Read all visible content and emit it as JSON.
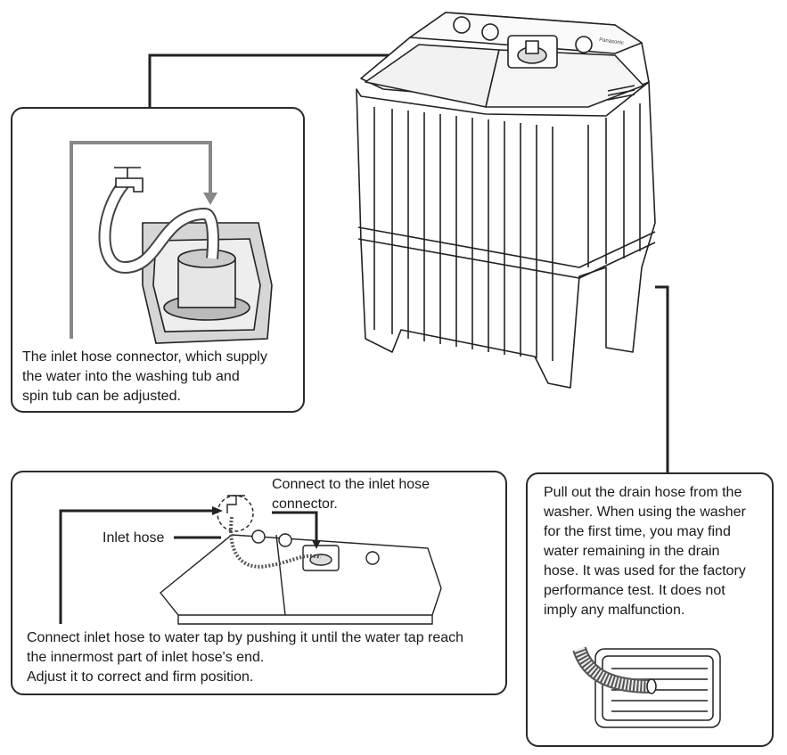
{
  "callouts": {
    "inlet_connector": "The inlet hose connector, which supply\nthe water into the washing tub and\nspin tub can be adjusted.",
    "connect_label": "Connect to the inlet hose\nconnector.",
    "inlet_hose_label": "Inlet hose",
    "connect_instructions": "Connect inlet hose to water tap by pushing it until the water tap reach\nthe innermost part of inlet hose's end.\nAdjust it to correct and firm position.",
    "drain_hose": "Pull out the drain hose from the\nwasher. When using the washer\nfor the first time, you may find\nwater remaining in the drain\nhose. It was used for the factory\nperformance test. It does not\nimply any malfunction."
  },
  "brand": "Panasonic",
  "colors": {
    "line": "#2a2a2a",
    "callout": "#222222",
    "shade": "#888888"
  }
}
